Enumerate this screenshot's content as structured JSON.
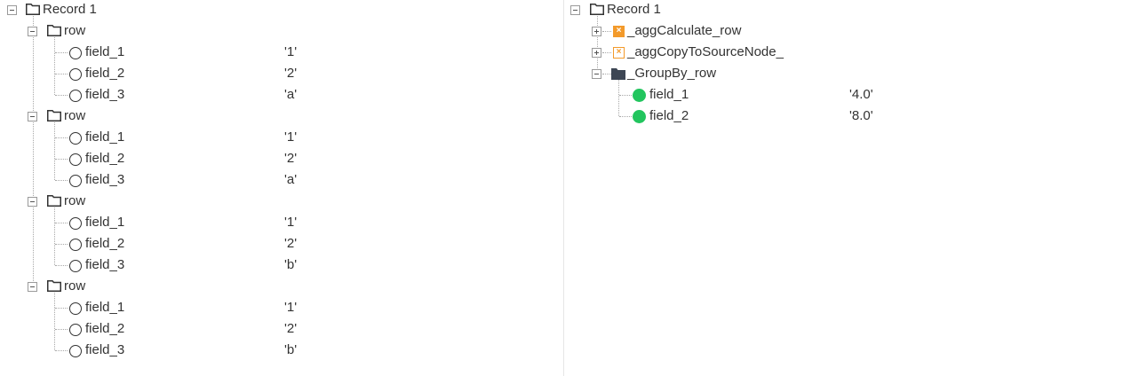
{
  "left_tree": {
    "root_label": "Record 1",
    "groups": [
      {
        "label": "row",
        "fields": [
          {
            "name": "field_1",
            "value": "'1'"
          },
          {
            "name": "field_2",
            "value": "'2'"
          },
          {
            "name": "field_3",
            "value": "'a'"
          }
        ]
      },
      {
        "label": "row",
        "fields": [
          {
            "name": "field_1",
            "value": "'1'"
          },
          {
            "name": "field_2",
            "value": "'2'"
          },
          {
            "name": "field_3",
            "value": "'a'"
          }
        ]
      },
      {
        "label": "row",
        "fields": [
          {
            "name": "field_1",
            "value": "'1'"
          },
          {
            "name": "field_2",
            "value": "'2'"
          },
          {
            "name": "field_3",
            "value": "'b'"
          }
        ]
      },
      {
        "label": "row",
        "fields": [
          {
            "name": "field_1",
            "value": "'1'"
          },
          {
            "name": "field_2",
            "value": "'2'"
          },
          {
            "name": "field_3",
            "value": "'b'"
          }
        ]
      }
    ]
  },
  "right_tree": {
    "root_label": "Record 1",
    "nodes": [
      {
        "label": "_aggCalculate_row",
        "icon": "agg-filled-icon"
      },
      {
        "label": "_aggCopyToSourceNode_",
        "icon": "agg-outline-icon"
      },
      {
        "label": "_GroupBy_row",
        "icon": "folder-filled-icon"
      }
    ],
    "groupby_fields": [
      {
        "name": "field_1",
        "value": "'4.0'"
      },
      {
        "name": "field_2",
        "value": "'8.0'"
      }
    ]
  },
  "colors": {
    "agg_orange": "#f39a2b",
    "field_green": "#22c55e",
    "folder_dark": "#3d4654"
  }
}
